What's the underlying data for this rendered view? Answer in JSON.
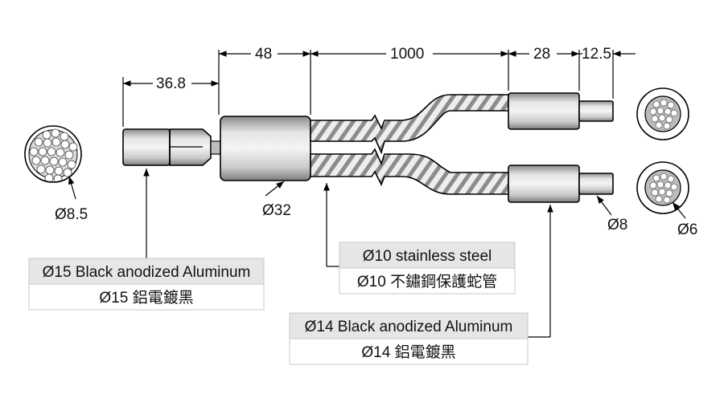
{
  "dimensions": {
    "d_36_8": "36.8",
    "d_48": "48",
    "d_1000": "1000",
    "d_28": "28",
    "d_12_5": "12.5",
    "d_8_5": "Ø8.5",
    "d_32": "Ø32",
    "d_8": "Ø8",
    "d_6": "Ø6"
  },
  "callouts": {
    "handle": {
      "en": "Ø15 Black anodized Aluminum",
      "zh": "Ø15 鋁電鍍黑"
    },
    "hose": {
      "en": "Ø10 stainless steel",
      "zh": "Ø10 不鏽鋼保護蛇管"
    },
    "tip": {
      "en": "Ø14 Black anodized Aluminum",
      "zh": "Ø14 鋁電鍍黑"
    }
  },
  "colors": {
    "metal_light": "#d9d9d9",
    "metal_dark": "#9a9a9a",
    "label_header": "#e6e6e6"
  }
}
